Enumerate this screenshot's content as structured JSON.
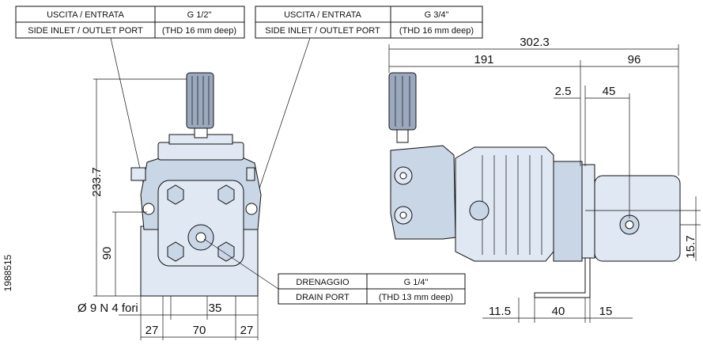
{
  "labels": {
    "port_left": {
      "line1": "USCITA / ENTRATA",
      "line2": "SIDE INLET / OUTLET PORT",
      "size": "G 1/2\"",
      "depth": "(THD 16 mm deep)"
    },
    "port_right": {
      "line1": "USCITA / ENTRATA",
      "line2": "SIDE INLET / OUTLET PORT",
      "size": "G 3/4\"",
      "depth": "(THD 16 mm deep)"
    },
    "drain": {
      "line1": "DRENAGGIO",
      "line2": "DRAIN PORT",
      "size": "G 1/4\"",
      "depth": "(THD 13 mm deep)"
    },
    "holes": "Ø 9 N 4 fori",
    "drawing_number": "1988515"
  },
  "dimensions": {
    "overall_length": "302.3",
    "length_a": "191",
    "length_b": "96",
    "gap": "2.5",
    "flange": "45",
    "height": "233.7",
    "axis_height": "90",
    "offset": "15.7",
    "base_a": "27",
    "base_b": "70",
    "base_c": "27",
    "hole_spacing": "35",
    "foot_a": "11.5",
    "foot_b": "40",
    "foot_c": "15"
  }
}
